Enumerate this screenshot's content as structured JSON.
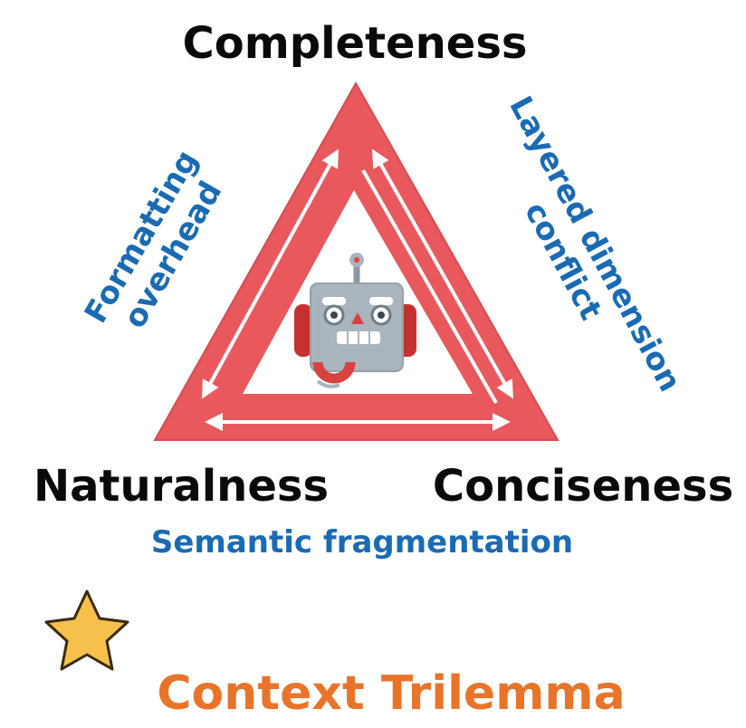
{
  "vertices": {
    "top": "Completeness",
    "left": "Naturalness",
    "right": "Conciseness"
  },
  "edges": {
    "left_line1": "Formatting",
    "left_line2": "overhead",
    "right_line1": "Layered dimension",
    "right_line2": "conflict",
    "bottom": "Semantic fragmentation"
  },
  "title": "Context Trilemma",
  "icons": {
    "center": "robot-icon",
    "badge": "star-icon"
  },
  "colors": {
    "triangle": "#e8585c",
    "arrows": "#ffffff",
    "edge_text": "#1a6bb3",
    "title": "#e8742a",
    "star": "#f7c04a",
    "robot_body": "#a9b4bd",
    "robot_accent": "#d9433f"
  }
}
